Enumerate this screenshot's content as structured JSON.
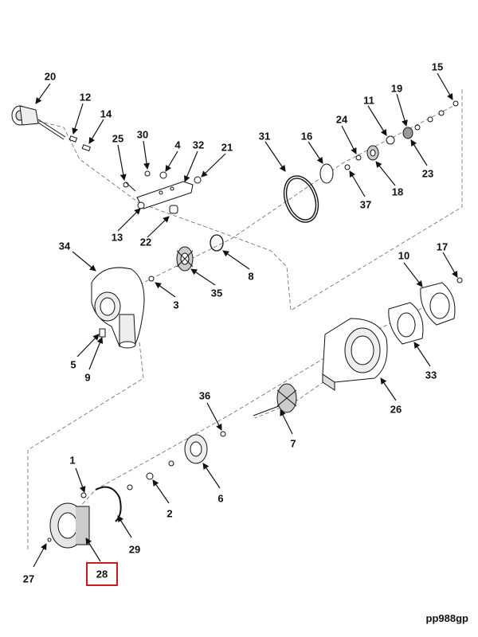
{
  "reference_code": "pp988gp",
  "highlight_color": "#d0181c",
  "selected_callout": "28",
  "callouts": {
    "c1": "1",
    "c2": "2",
    "c3": "3",
    "c4": "4",
    "c5": "5",
    "c6": "6",
    "c7": "7",
    "c8": "8",
    "c9": "9",
    "c10": "10",
    "c11": "11",
    "c12": "12",
    "c13": "13",
    "c14": "14",
    "c15": "15",
    "c16": "16",
    "c17": "17",
    "c18": "18",
    "c19": "19",
    "c20": "20",
    "c21": "21",
    "c22": "22",
    "c23": "23",
    "c24": "24",
    "c25": "25",
    "c26": "26",
    "c27": "27",
    "c28": "28",
    "c29": "29",
    "c30": "30",
    "c31": "31",
    "c32": "32",
    "c33": "33",
    "c34": "34",
    "c35": "35",
    "c36": "36",
    "c37": "37"
  }
}
